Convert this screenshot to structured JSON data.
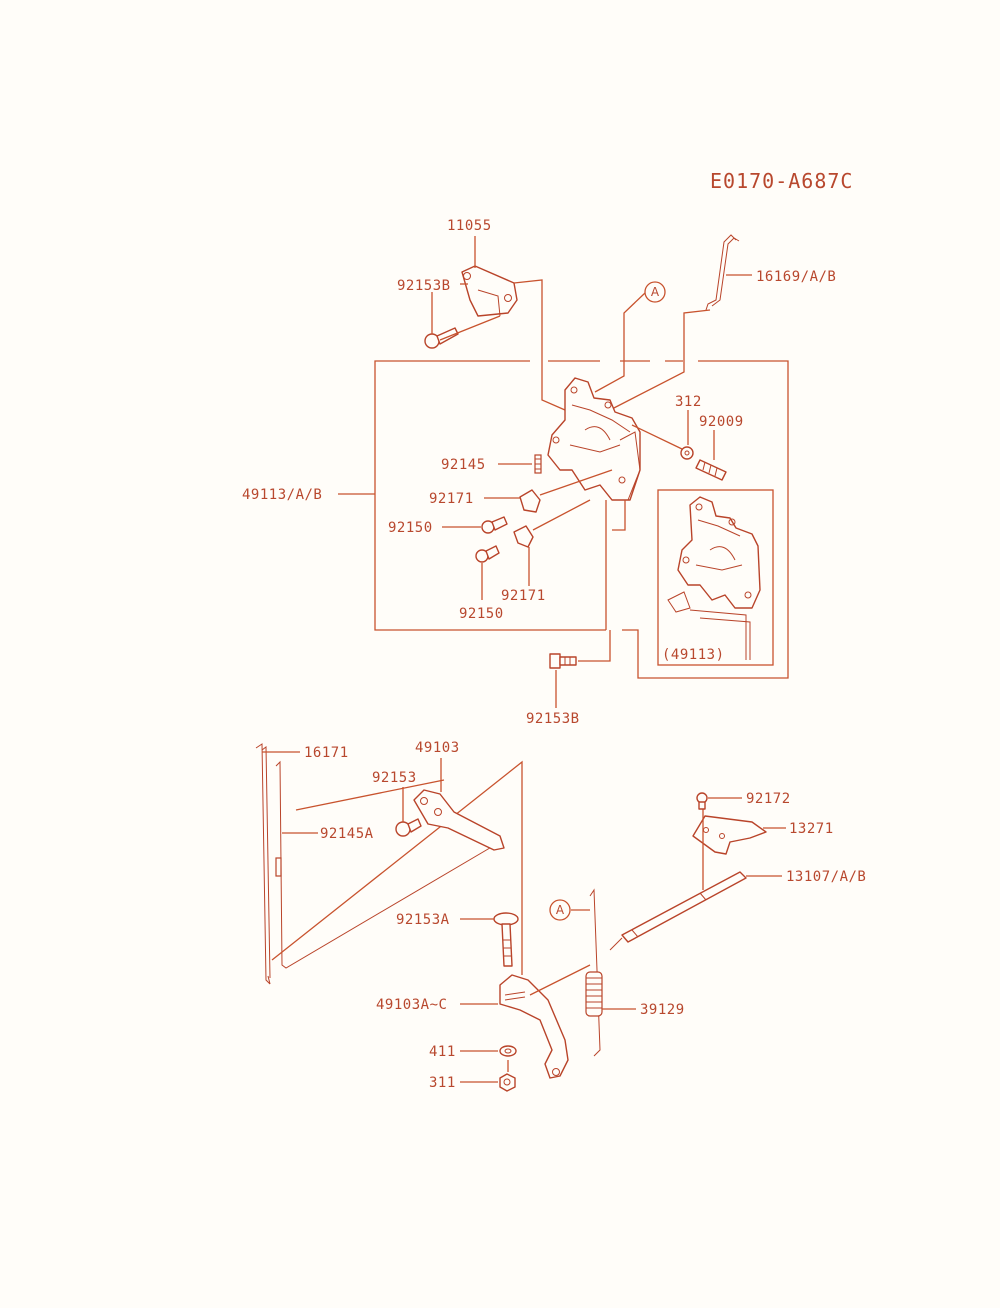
{
  "diagram_code": "E0170-A687C",
  "colors": {
    "line": "#c8532e",
    "label": "#b8482e",
    "background": "#fffdf9"
  },
  "labels": {
    "p11055": "11055",
    "p92153b_top": "92153B",
    "p16169": "16169/A/B",
    "ref_a_top": "A",
    "p312": "312",
    "p92009": "92009",
    "p92145": "92145",
    "p49113": "49113/A/B",
    "p92171_a": "92171",
    "p92150_a": "92150",
    "p92171_b": "92171",
    "p92150_b": "92150",
    "p49113_inset": "(49113)",
    "p92153b_bottom": "92153B",
    "p16171": "16171",
    "p49103": "49103",
    "p92153": "92153",
    "p92145a": "92145A",
    "p92172": "92172",
    "p13271": "13271",
    "p13107": "13107/A/B",
    "p92153a": "92153A",
    "ref_a_bottom": "A",
    "p49103ac": "49103A~C",
    "p39129": "39129",
    "p411": "411",
    "p311": "311"
  }
}
